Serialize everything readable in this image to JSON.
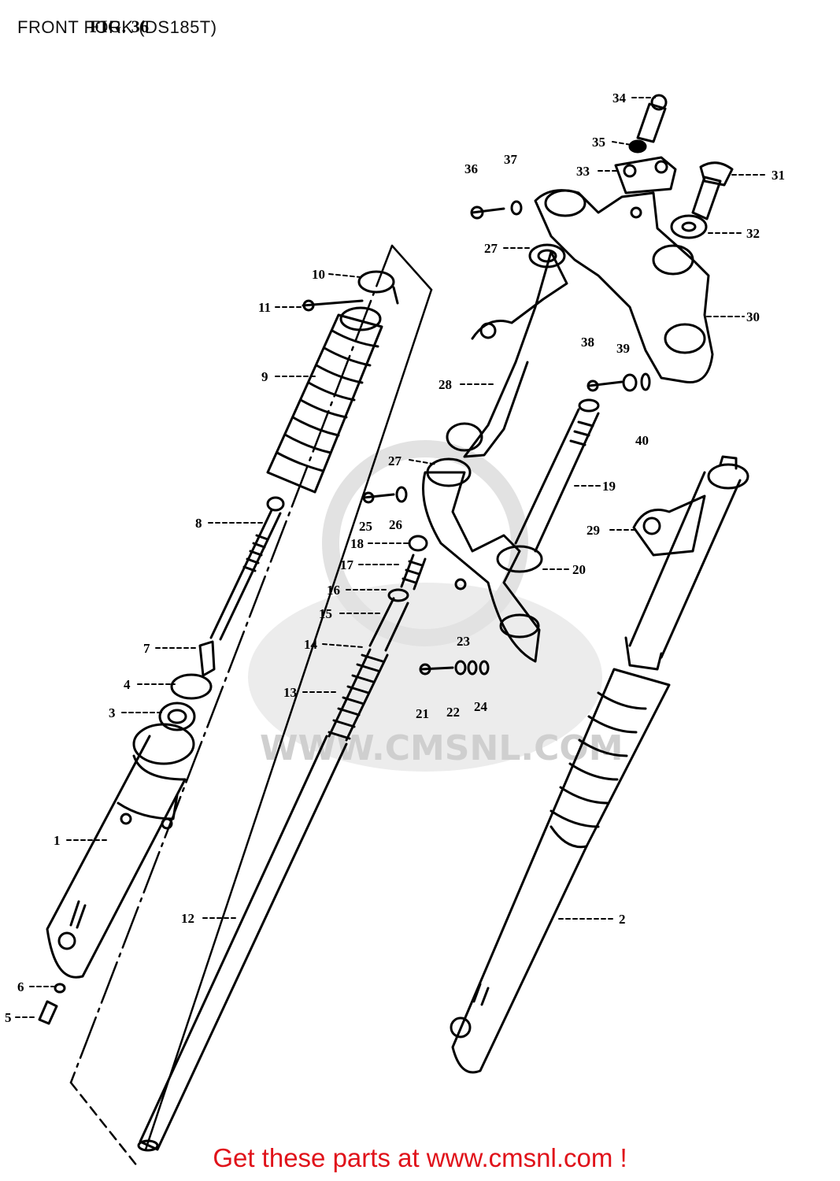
{
  "header": {
    "title": "FRONT FORK (DS185T)",
    "fig_label": "FIG. 36"
  },
  "watermark": {
    "text": "WWW.CMSNL.COM"
  },
  "footer": {
    "link_text": "Get these parts at www.cmsnl.com !",
    "color": "#e0121a"
  },
  "callouts": [
    "1",
    "2",
    "3",
    "4",
    "5",
    "6",
    "7",
    "8",
    "9",
    "10",
    "11",
    "12",
    "13",
    "14",
    "15",
    "16",
    "17",
    "18",
    "19",
    "20",
    "21",
    "22",
    "23",
    "24",
    "25",
    "26",
    "27",
    "27",
    "28",
    "29",
    "30",
    "31",
    "32",
    "33",
    "34",
    "35",
    "36",
    "37",
    "38",
    "39",
    "40"
  ]
}
